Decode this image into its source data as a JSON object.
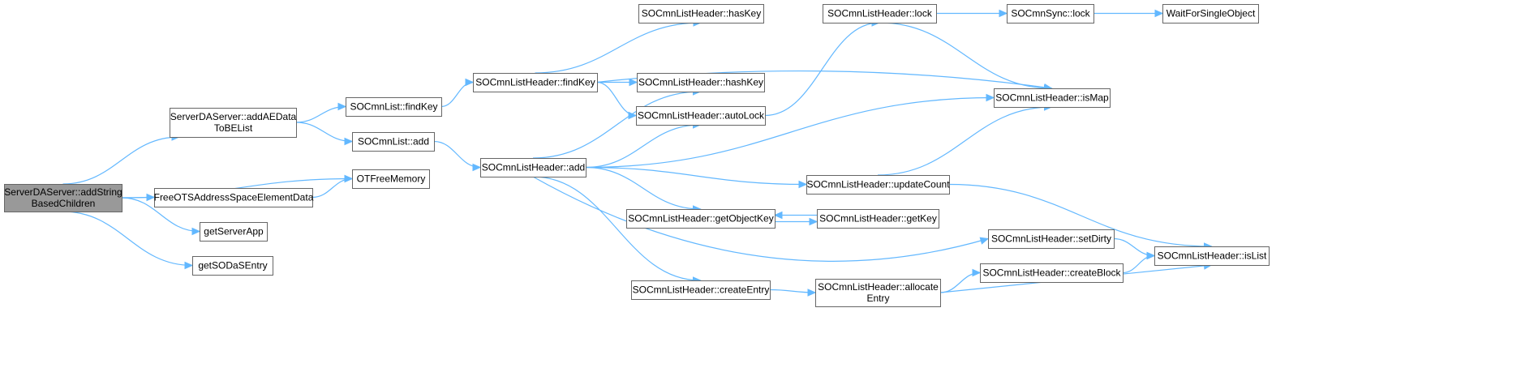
{
  "graph": {
    "colors": {
      "edge": "#63b8ff",
      "node_border": "#666666",
      "root_fill": "#999999",
      "node_fill": "#ffffff"
    },
    "nodes": [
      {
        "id": "root",
        "lines": [
          "ServerDAServer::addString",
          "BasedChildren"
        ],
        "root": true
      },
      {
        "id": "addAE",
        "lines": [
          "ServerDAServer::addAEData",
          "ToBEList"
        ]
      },
      {
        "id": "otfree",
        "lines": [
          "OTFreeMemory"
        ]
      },
      {
        "id": "freeots",
        "lines": [
          "FreeOTSAddressSpaceElementData"
        ]
      },
      {
        "id": "getServerApp",
        "lines": [
          "getServerApp"
        ]
      },
      {
        "id": "getSODa",
        "lines": [
          "getSODaSEntry"
        ]
      },
      {
        "id": "listFindKey",
        "lines": [
          "SOCmnList::findKey"
        ]
      },
      {
        "id": "listAdd",
        "lines": [
          "SOCmnList::add"
        ]
      },
      {
        "id": "hdrFindKey",
        "lines": [
          "SOCmnListHeader::findKey"
        ]
      },
      {
        "id": "hdrAdd",
        "lines": [
          "SOCmnListHeader::add"
        ]
      },
      {
        "id": "hasKey",
        "lines": [
          "SOCmnListHeader::hasKey"
        ]
      },
      {
        "id": "hashKey",
        "lines": [
          "SOCmnListHeader::hashKey"
        ]
      },
      {
        "id": "autoLock",
        "lines": [
          "SOCmnListHeader::autoLock"
        ]
      },
      {
        "id": "getObjectKey",
        "lines": [
          "SOCmnListHeader::getObjectKey"
        ]
      },
      {
        "id": "createEntry",
        "lines": [
          "SOCmnListHeader::createEntry"
        ]
      },
      {
        "id": "hdrLock",
        "lines": [
          "SOCmnListHeader::lock"
        ]
      },
      {
        "id": "updateCount",
        "lines": [
          "SOCmnListHeader::updateCount"
        ]
      },
      {
        "id": "getKey",
        "lines": [
          "SOCmnListHeader::getKey"
        ]
      },
      {
        "id": "allocEntry",
        "lines": [
          "SOCmnListHeader::allocate",
          "Entry"
        ]
      },
      {
        "id": "syncLock",
        "lines": [
          "SOCmnSync::lock"
        ]
      },
      {
        "id": "isMap",
        "lines": [
          "SOCmnListHeader::isMap"
        ]
      },
      {
        "id": "setDirty",
        "lines": [
          "SOCmnListHeader::setDirty"
        ]
      },
      {
        "id": "createBlock",
        "lines": [
          "SOCmnListHeader::createBlock"
        ]
      },
      {
        "id": "waitFor",
        "lines": [
          "WaitForSingleObject"
        ]
      },
      {
        "id": "isList",
        "lines": [
          "SOCmnListHeader::isList"
        ]
      }
    ],
    "edges": [
      [
        "root",
        "addAE"
      ],
      [
        "root",
        "otfree"
      ],
      [
        "root",
        "freeots"
      ],
      [
        "root",
        "getServerApp"
      ],
      [
        "root",
        "getSODa"
      ],
      [
        "freeots",
        "otfree"
      ],
      [
        "addAE",
        "listFindKey"
      ],
      [
        "addAE",
        "listAdd"
      ],
      [
        "listFindKey",
        "hdrFindKey"
      ],
      [
        "listAdd",
        "hdrAdd"
      ],
      [
        "hdrFindKey",
        "hasKey"
      ],
      [
        "hdrFindKey",
        "hashKey"
      ],
      [
        "hdrFindKey",
        "autoLock"
      ],
      [
        "hdrFindKey",
        "isMap"
      ],
      [
        "hdrAdd",
        "hashKey"
      ],
      [
        "hdrAdd",
        "autoLock"
      ],
      [
        "hdrAdd",
        "isMap"
      ],
      [
        "hdrAdd",
        "updateCount"
      ],
      [
        "hdrAdd",
        "getObjectKey"
      ],
      [
        "hdrAdd",
        "setDirty"
      ],
      [
        "hdrAdd",
        "createEntry"
      ],
      [
        "autoLock",
        "hdrLock"
      ],
      [
        "hdrLock",
        "syncLock"
      ],
      [
        "hdrLock",
        "isMap"
      ],
      [
        "syncLock",
        "waitFor"
      ],
      [
        "updateCount",
        "isMap"
      ],
      [
        "updateCount",
        "isList"
      ],
      [
        "getObjectKey",
        "getKey"
      ],
      [
        "getKey",
        "getObjectKey"
      ],
      [
        "setDirty",
        "isList"
      ],
      [
        "createEntry",
        "allocEntry"
      ],
      [
        "allocEntry",
        "createBlock"
      ],
      [
        "allocEntry",
        "isList"
      ],
      [
        "createBlock",
        "isList"
      ]
    ]
  }
}
